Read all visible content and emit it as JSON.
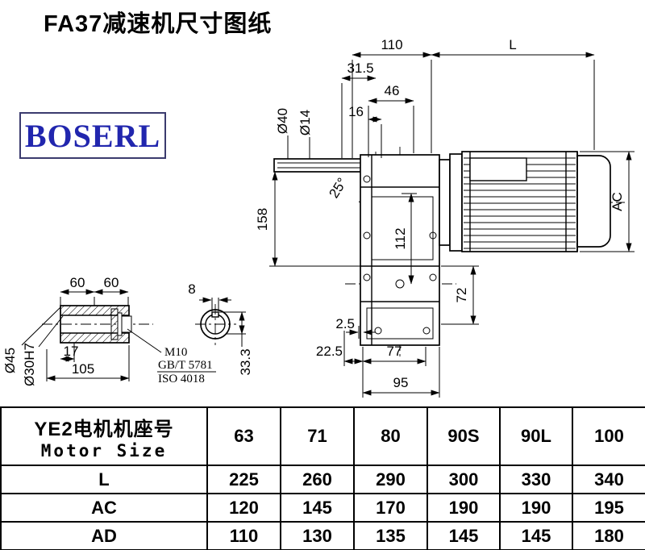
{
  "page": {
    "title": "FA37减速机尺寸图纸"
  },
  "logo": {
    "text": "BOSERL"
  },
  "drawing": {
    "dims": {
      "d110": "110",
      "dL": "L",
      "d31_5": "31.5",
      "d46": "46",
      "d16": "16",
      "dia40": "Ø40",
      "dia14": "Ø14",
      "angle25": "25°",
      "d158": "158",
      "d112": "112",
      "dAC": "AC",
      "d72": "72",
      "d2_5": "2.5",
      "d22_5": "22.5",
      "d77": "77",
      "d95": "95"
    },
    "shaft_detail": {
      "d60a": "60",
      "d60b": "60",
      "d8": "8",
      "dia45": "Ø45",
      "dia30": "Ø30H7",
      "d17": "17",
      "d105": "105",
      "d33_3": "33.3",
      "note1": "M10",
      "note2": "GB/T 5781",
      "note3": "ISO 4018"
    }
  },
  "table": {
    "header_cn": "YE2电机机座号",
    "header_en": "Motor Size",
    "sizes": [
      "63",
      "71",
      "80",
      "90S",
      "90L",
      "100"
    ],
    "rows": [
      {
        "label": "L",
        "values": [
          "225",
          "260",
          "290",
          "300",
          "330",
          "340"
        ]
      },
      {
        "label": "AC",
        "values": [
          "120",
          "145",
          "170",
          "190",
          "190",
          "195"
        ]
      },
      {
        "label": "AD",
        "values": [
          "110",
          "130",
          "135",
          "145",
          "145",
          "180"
        ]
      }
    ]
  }
}
